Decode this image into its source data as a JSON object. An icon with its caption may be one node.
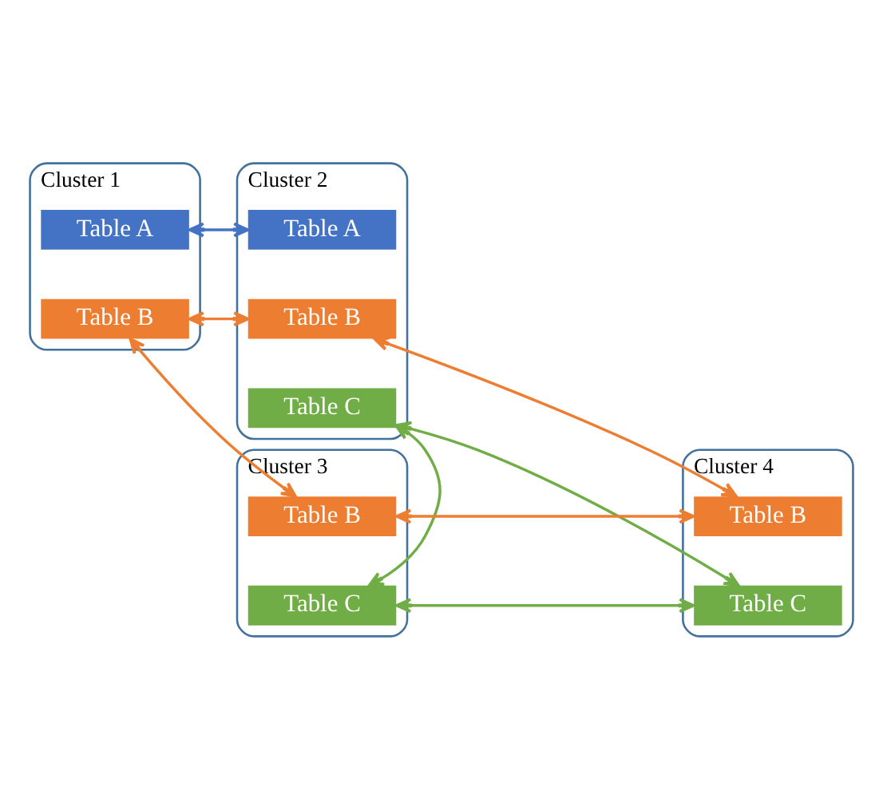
{
  "diagram": {
    "nodes": [
      {
        "text": [
          "Cluster 1"
        ]
      },
      {
        "text": [
          "Table A"
        ],
        "in": 0
      },
      {
        "text": [
          "Table B"
        ],
        "in": 0
      },
      {
        "text": [
          "Cluster 2"
        ]
      },
      {
        "text": [
          "Table A"
        ],
        "in": 3
      },
      {
        "text": [
          "Table B"
        ],
        "in": 3
      },
      {
        "text": [
          "Table C"
        ],
        "in": 3
      },
      {
        "text": [
          "Cluster 3"
        ]
      },
      {
        "text": [
          "Table B"
        ],
        "in": 7
      },
      {
        "text": [
          "Table C"
        ],
        "in": 7
      },
      {
        "text": [
          "Cluster 4"
        ]
      },
      {
        "text": [
          "Table B"
        ],
        "in": 10
      },
      {
        "text": [
          "Table C"
        ],
        "in": 10
      }
    ],
    "edges": [
      {
        "from": 1,
        "to": 4,
        "arrow": "both",
        "color": "#4472c4"
      },
      {
        "from": 2,
        "to": 5,
        "arrow": "both",
        "color": "#ed7d31"
      },
      {
        "from": 2,
        "to": 8,
        "arrow": "both",
        "color": "#ed7d31"
      },
      {
        "from": 5,
        "to": 11,
        "arrow": "both",
        "color": "#ed7d31"
      },
      {
        "from": 6,
        "to": 9,
        "arrow": "both",
        "color": "#70ad47"
      },
      {
        "from": 6,
        "to": 12,
        "arrow": "both",
        "color": "#70ad47"
      },
      {
        "from": 8,
        "to": 11,
        "arrow": "both",
        "color": "#ed7d31"
      },
      {
        "from": 9,
        "to": 12,
        "arrow": "both",
        "color": "#70ad47"
      }
    ]
  }
}
